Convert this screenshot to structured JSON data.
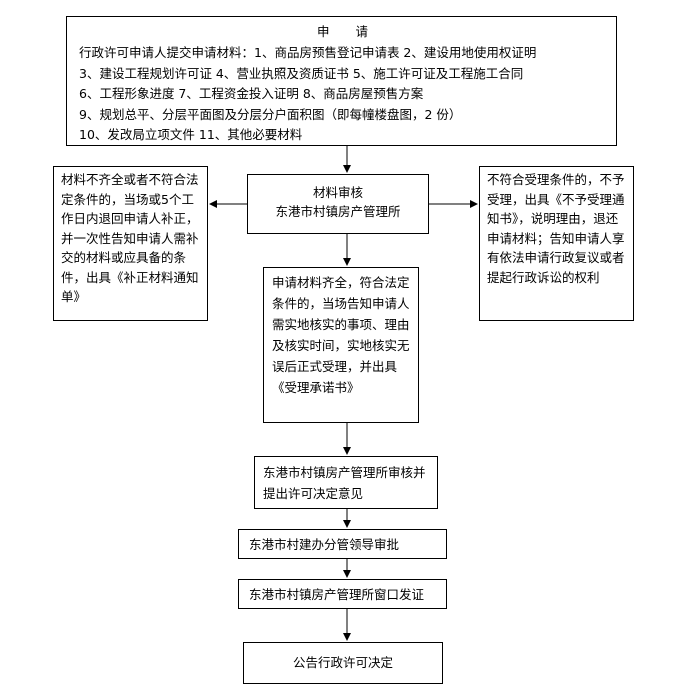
{
  "apply": {
    "title": "申请",
    "lines": [
      "行政许可申请人提交申请材料：1、商品房预售登记申请表 2、建设用地使用权证明",
      "3、建设工程规划许可证 4、营业执照及资质证书 5、施工许可证及工程施工合同",
      "6、工程形象进度 7、工程资金投入证明 8、商品房屋预售方案",
      "9、规划总平、分层平面图及分层分户面积图（即每幢楼盘图，2 份）",
      "10、发改局立项文件 11、其他必要材料"
    ]
  },
  "review": {
    "line1": "材料审核",
    "line2": "东港市村镇房产管理所"
  },
  "left_branch": {
    "text": "材料不齐全或者不符合法定条件的，当场或5个工作日内退回申请人补正，并一次性告知申请人需补交的材料或应具备的条件，出具《补正材料通知单》"
  },
  "right_branch": {
    "text": "不符合受理条件的，不予受理，出具《不予受理通知书》，说明理由，退还申请材料；告知申请人享有依法申请行政复议或者提起行政诉讼的权利"
  },
  "accept": {
    "text": "申请材料齐全，符合法定条件的，当场告知申请人需实地核实的事项、理由及核实时间，实地核实无误后正式受理，并出具《受理承诺书》"
  },
  "audit": {
    "text": "东港市村镇房产管理所审核并提出许可决定意见"
  },
  "approve": {
    "text": "东港市村建办分管领导审批"
  },
  "issue": {
    "text": "东港市村镇房产管理所窗口发证"
  },
  "announce": {
    "text": "公告行政许可决定"
  }
}
